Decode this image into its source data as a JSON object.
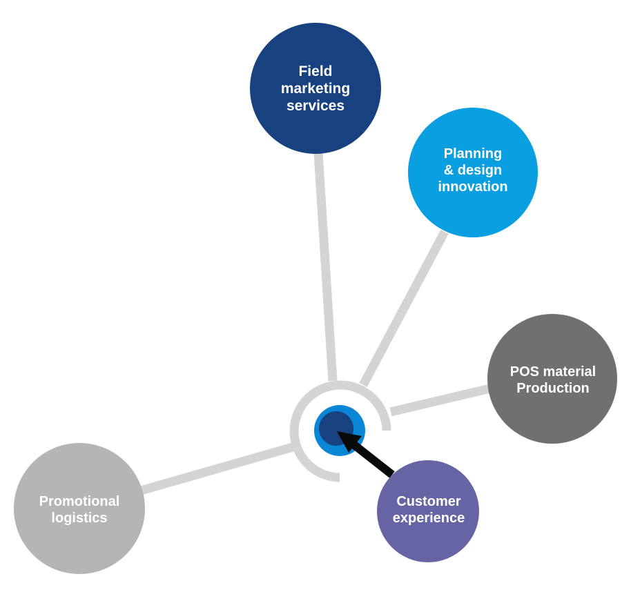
{
  "colors": {
    "connector": "#d4d4d4",
    "hub_ring": "#d4d4d4",
    "hub_outer": "#0a86d6",
    "hub_inner": "#17427f",
    "arrow": "#0a0a0a",
    "label_text": "#ffffff"
  },
  "nodes": {
    "field_marketing": {
      "lines": [
        "Field",
        "marketing",
        "services"
      ],
      "color": "#17427f"
    },
    "planning_design": {
      "lines": [
        "Planning",
        "& design",
        "innovation"
      ],
      "color": "#0a9fe0"
    },
    "pos_material": {
      "lines": [
        "POS material",
        "Production"
      ],
      "color": "#707070"
    },
    "customer_experience": {
      "lines": [
        "Customer",
        "experience"
      ],
      "color": "#6664a4"
    },
    "promotional_logistics": {
      "lines": [
        "Promotional",
        "logistics"
      ],
      "color": "#b5b5b5"
    }
  }
}
